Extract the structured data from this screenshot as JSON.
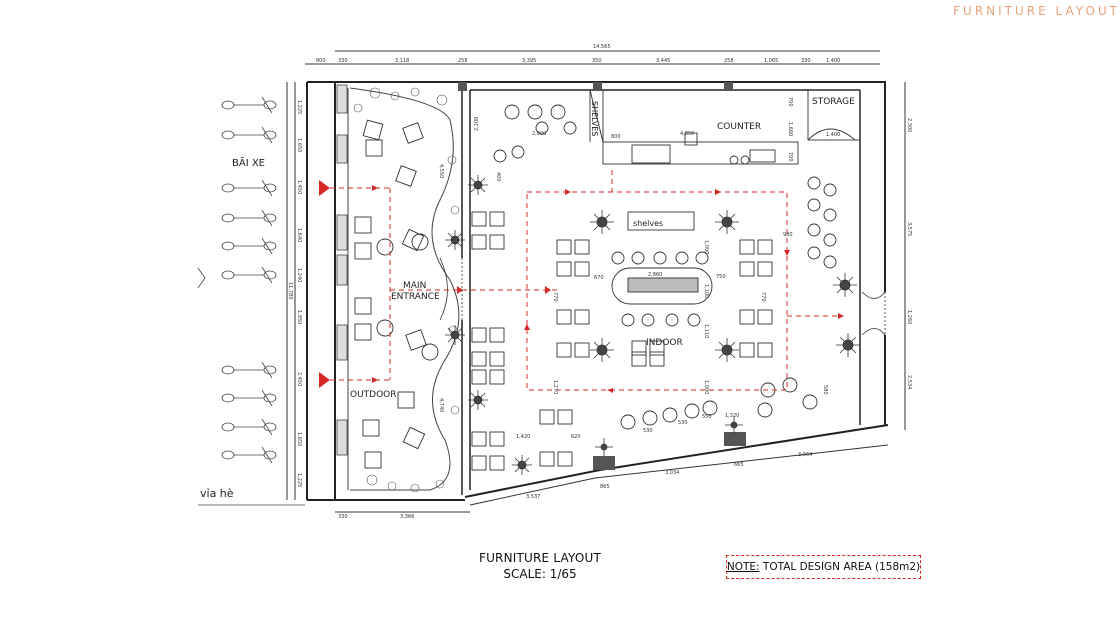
{
  "header": {
    "label": "FURNITURE LAYOUT"
  },
  "labels": {
    "parking": "BÃI XE",
    "sidewalk": "vỉa hè",
    "main_entrance_1": "MAIN",
    "main_entrance_2": "ENTRANCE",
    "outdoor": "OUTDOOR",
    "indoor": "INDOOR",
    "counter": "COUNTER",
    "storage": "STORAGE",
    "shelves_vertical": "SHELVES",
    "shelves": "shelves"
  },
  "dimensions": {
    "total_width": "14,565",
    "top_row": [
      "800",
      "330",
      "3,118",
      "258",
      "3,395",
      "350",
      "3,445",
      "258",
      "1,065",
      "330",
      "1,400"
    ],
    "left_side": [
      "1,225",
      "1,650",
      "1,450",
      "1,640",
      "1,240",
      "1,950",
      "2,450",
      "1,650",
      "1,225"
    ],
    "total_height": "11,780",
    "right_side": [
      "2,300",
      "3,575",
      "1,260",
      "2,534"
    ],
    "bottom_row": [
      "330",
      "3,366",
      "3,537",
      "865",
      "3,034",
      "665",
      "3,064"
    ],
    "interior": [
      "2,200",
      "2,900",
      "800",
      "4,850",
      "700",
      "1,660",
      "700",
      "1,400",
      "4,550",
      "4,740",
      "2,860",
      "670",
      "750",
      "1,100",
      "1,320",
      "1,420",
      "620",
      "530",
      "530",
      "550",
      "980",
      "1,000",
      "1,270",
      "770",
      "770",
      "1,110",
      "1,000",
      "580",
      "400"
    ]
  },
  "title": {
    "main": "FURNITURE LAYOUT",
    "scale": "SCALE: 1/65"
  },
  "note": {
    "prefix": "NOTE:",
    "text": " TOTAL DESIGN AREA (158m2)"
  },
  "colors": {
    "accent": "#d62828",
    "header": "#e8a27a",
    "line": "#333333"
  }
}
